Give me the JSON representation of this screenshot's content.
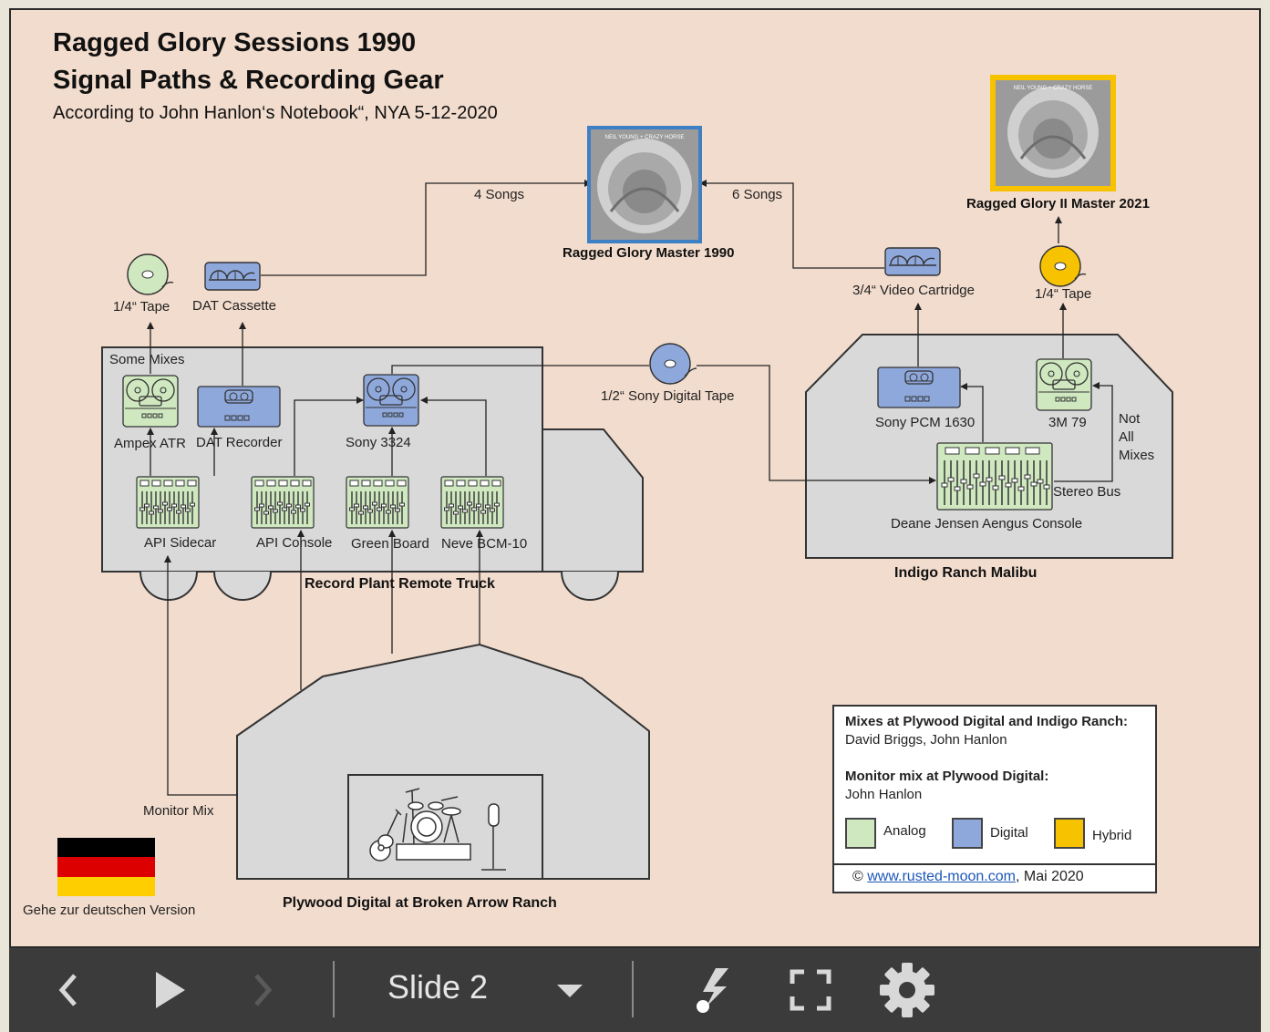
{
  "slide": {
    "title_line1": "Ragged Glory Sessions 1990",
    "title_line2": "Signal Paths & Recording Gear",
    "subtitle": "According to John Hanlon‘s Notebook“, NYA 5-12-2020"
  },
  "masters": {
    "master_1990": "Ragged Glory Master 1990",
    "master_2021": "Ragged Glory II Master 2021",
    "four_songs": "4 Songs",
    "six_songs": "6 Songs",
    "cover_text": "NEIL YOUNG + CRAZY HORSE"
  },
  "truck": {
    "name": "Record Plant Remote Truck",
    "some_mixes": "Some Mixes",
    "tape_quarter": "1/4“ Tape",
    "dat_cassette": "DAT Cassette",
    "ampex": "Ampex ATR",
    "dat_recorder": "DAT Recorder",
    "sony3324": "Sony 3324",
    "api_sidecar": "API Sidecar",
    "api_console": "API Console",
    "green_board": "Green Board",
    "neve": "Neve BCM-10"
  },
  "sony_digital_tape": "1/2“ Sony Digital Tape",
  "indigo": {
    "name": "Indigo Ranch Malibu",
    "video_cartridge": "3/4“ Video Cartridge",
    "tape_quarter": "1/4“ Tape",
    "sony_pcm": "Sony PCM 1630",
    "mx79": "3M 79",
    "not_all_mixes_1": "Not",
    "not_all_mixes_2": "All",
    "not_all_mixes_3": "Mixes",
    "stereo_bus": "Stereo Bus",
    "console": "Deane Jensen Aengus Console"
  },
  "plywood": {
    "name": "Plywood Digital at Broken Arrow Ranch",
    "monitor_mix": "Monitor Mix"
  },
  "legend": {
    "mixes_heading": "Mixes at Plywood Digital and Indigo Ranch:",
    "mixes_names": "David Briggs, John Hanlon",
    "monitor_heading": "Monitor mix at Plywood Digital:",
    "monitor_name": "John Hanlon",
    "analog": "Analog",
    "digital": "Digital",
    "hybrid": "Hybrid",
    "copyright_symbol": "©",
    "link": "www.rusted-moon.com",
    "date": ", Mai 2020"
  },
  "german_link": "Gehe zur deutschen Version",
  "toolbar": {
    "slide_label": "Slide 2"
  },
  "colors": {
    "background": "#f2dccd",
    "analog": "#cfe8c0",
    "digital": "#8fa8dc",
    "hybrid": "#f7c200",
    "building": "#d9d9d9",
    "toolbar": "#3b3b3b"
  },
  "icons": [
    "previous-icon",
    "play-icon",
    "next-icon",
    "dropdown-icon",
    "laser-pointer-icon",
    "fullscreen-icon",
    "gear-icon"
  ]
}
